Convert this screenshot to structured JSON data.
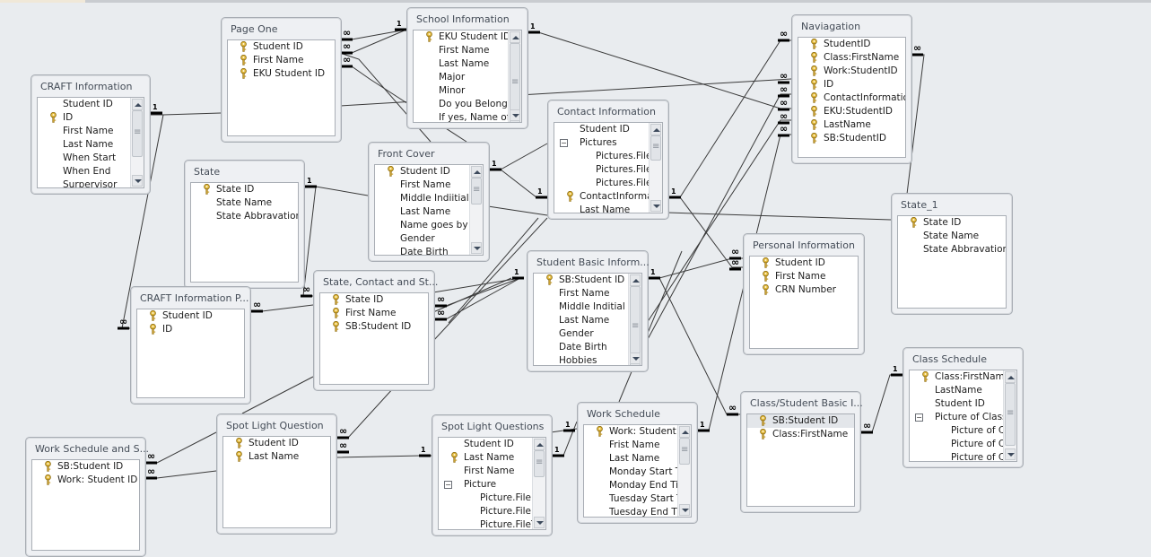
{
  "tables": {
    "craft_information": {
      "title": "CRAFT Information",
      "fields": [
        {
          "name": "Student ID",
          "key": false
        },
        {
          "name": "ID",
          "key": true
        },
        {
          "name": "First Name",
          "key": false
        },
        {
          "name": "Last Name",
          "key": false
        },
        {
          "name": "When Start",
          "key": false
        },
        {
          "name": "When End",
          "key": false
        },
        {
          "name": "Surpervisor",
          "key": false
        }
      ]
    },
    "page_one": {
      "title": "Page One",
      "fields": [
        {
          "name": "Student ID",
          "key": true
        },
        {
          "name": "First Name",
          "key": true
        },
        {
          "name": "EKU Student ID",
          "key": true
        }
      ]
    },
    "school_information": {
      "title": "School Information",
      "fields": [
        {
          "name": "EKU Student ID",
          "key": true
        },
        {
          "name": "First Name",
          "key": false
        },
        {
          "name": "Last Name",
          "key": false
        },
        {
          "name": "Major",
          "key": false
        },
        {
          "name": "Minor",
          "key": false
        },
        {
          "name": "Do you Belong",
          "key": false
        },
        {
          "name": "If yes, Name of c",
          "key": false
        }
      ]
    },
    "naviagation": {
      "title": "Naviagation",
      "fields": [
        {
          "name": "StudentID",
          "key": true
        },
        {
          "name": "Class:FirstName",
          "key": true
        },
        {
          "name": "Work:StudentID",
          "key": true
        },
        {
          "name": "ID",
          "key": true
        },
        {
          "name": "ContactInformation",
          "key": true
        },
        {
          "name": "EKU:StudentID",
          "key": true
        },
        {
          "name": "LastName",
          "key": true
        },
        {
          "name": "SB:StudentID",
          "key": true
        }
      ]
    },
    "contact_information": {
      "title": "Contact Information",
      "fields": [
        {
          "name": "Student ID",
          "key": false
        },
        {
          "name": "Pictures",
          "key": false,
          "expand": true
        },
        {
          "name": "Pictures.FileD",
          "key": false,
          "sub": true
        },
        {
          "name": "Pictures.FileN",
          "key": false,
          "sub": true
        },
        {
          "name": "Pictures.FileT",
          "key": false,
          "sub": true
        },
        {
          "name": "ContactInforma",
          "key": true
        },
        {
          "name": "Last Name",
          "key": false
        }
      ]
    },
    "state": {
      "title": "State",
      "fields": [
        {
          "name": "State ID",
          "key": true
        },
        {
          "name": "State Name",
          "key": false
        },
        {
          "name": "State Abbravation",
          "key": false
        }
      ]
    },
    "front_cover": {
      "title": "Front Cover",
      "fields": [
        {
          "name": "Student ID",
          "key": true
        },
        {
          "name": "First Name",
          "key": false
        },
        {
          "name": "Middle Indiitial",
          "key": false
        },
        {
          "name": "Last Name",
          "key": false
        },
        {
          "name": "Name goes by",
          "key": false
        },
        {
          "name": "Gender",
          "key": false
        },
        {
          "name": "Date Birth",
          "key": false
        }
      ]
    },
    "state_1": {
      "title": "State_1",
      "fields": [
        {
          "name": "State ID",
          "key": true
        },
        {
          "name": "State Name",
          "key": false
        },
        {
          "name": "State Abbravation",
          "key": false
        }
      ]
    },
    "personal_information": {
      "title": "Personal Information",
      "fields": [
        {
          "name": "Student ID",
          "key": true
        },
        {
          "name": "First Name",
          "key": true
        },
        {
          "name": "CRN Number",
          "key": true
        }
      ]
    },
    "craft_information_p": {
      "title": "CRAFT Information P...",
      "fields": [
        {
          "name": "Student ID",
          "key": true
        },
        {
          "name": "ID",
          "key": true
        }
      ]
    },
    "state_contact_st": {
      "title": "State, Contact and St...",
      "fields": [
        {
          "name": "State ID",
          "key": true
        },
        {
          "name": "First Name",
          "key": true
        },
        {
          "name": "SB:Student ID",
          "key": true
        }
      ]
    },
    "student_basic_inform": {
      "title": "Student Basic Inform...",
      "fields": [
        {
          "name": "SB:Student ID",
          "key": true
        },
        {
          "name": "First Name",
          "key": false
        },
        {
          "name": "Middle Inditial",
          "key": false
        },
        {
          "name": "Last Name",
          "key": false
        },
        {
          "name": "Gender",
          "key": false
        },
        {
          "name": "Date Birth",
          "key": false
        },
        {
          "name": "Hobbies",
          "key": false
        }
      ]
    },
    "class_schedule": {
      "title": "Class Schedule",
      "fields": [
        {
          "name": "Class:FirstName",
          "key": true
        },
        {
          "name": "LastName",
          "key": false
        },
        {
          "name": "Student ID",
          "key": false
        },
        {
          "name": "Picture of Class",
          "key": false,
          "expand": true
        },
        {
          "name": "Picture of Cla",
          "key": false,
          "sub": true
        },
        {
          "name": "Picture of Cla",
          "key": false,
          "sub": true
        },
        {
          "name": "Picture of Cla",
          "key": false,
          "sub": true
        }
      ]
    },
    "class_student_basic": {
      "title": "Class/Student Basic I...",
      "fields": [
        {
          "name": "SB:Student ID",
          "key": true,
          "selected": true
        },
        {
          "name": "Class:FirstName",
          "key": true
        }
      ]
    },
    "work_schedule_and_s": {
      "title": "Work Schedule and S...",
      "fields": [
        {
          "name": "SB:Student ID",
          "key": true
        },
        {
          "name": "Work: Student ID",
          "key": true
        }
      ]
    },
    "spot_light_question": {
      "title": "Spot Light Question",
      "fields": [
        {
          "name": "Student ID",
          "key": true
        },
        {
          "name": "Last Name",
          "key": true
        }
      ]
    },
    "spot_light_questions": {
      "title": "Spot Light Questions",
      "fields": [
        {
          "name": "Student ID",
          "key": false
        },
        {
          "name": "Last Name",
          "key": true
        },
        {
          "name": "First Name",
          "key": false
        },
        {
          "name": "Picture",
          "key": false,
          "expand": true
        },
        {
          "name": "Picture.FileD",
          "key": false,
          "sub": true
        },
        {
          "name": "Picture.FileN",
          "key": false,
          "sub": true
        },
        {
          "name": "Picture.FileTy",
          "key": false,
          "sub": true
        }
      ]
    },
    "work_schedule": {
      "title": "Work Schedule",
      "fields": [
        {
          "name": "Work: Student I",
          "key": true
        },
        {
          "name": "Frist Name",
          "key": false
        },
        {
          "name": "Last Name",
          "key": false
        },
        {
          "name": "Monday Start Ti",
          "key": false
        },
        {
          "name": "Monday End Tir",
          "key": false
        },
        {
          "name": "Tuesday Start Ti",
          "key": false
        },
        {
          "name": "Tuesday End Tin",
          "key": false
        }
      ]
    }
  },
  "cardinality": {
    "one": "1",
    "many": "∞"
  },
  "icons": {
    "primary_key": "key-icon",
    "expand": "collapse-minus-icon",
    "scroll_up": "scroll-up-arrow-icon",
    "scroll_down": "scroll-down-arrow-icon"
  },
  "colors": {
    "canvas": "#e9ecef",
    "key": "#d4a72c",
    "line": "#3a3a3a"
  }
}
